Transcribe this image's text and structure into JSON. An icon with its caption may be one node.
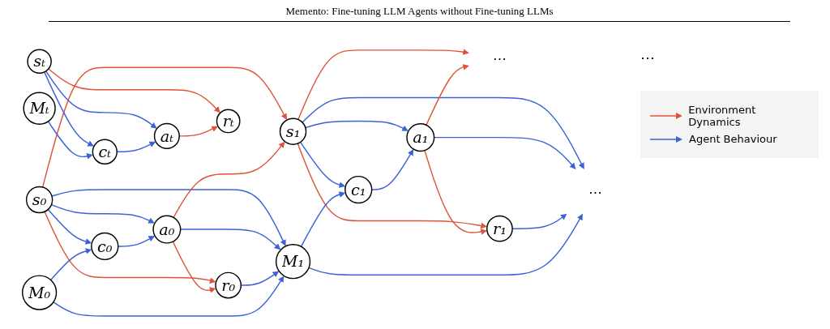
{
  "diagram": {
    "title": "Memento: Fine-tuning LLM Agents without Fine-tuning LLMs",
    "nodes": [
      {
        "text": [
          "s₀"
        ]
      },
      {
        "text": [
          "s₁"
        ]
      },
      {
        "text": [
          "⋯"
        ]
      },
      {
        "text": [
          "sₜ"
        ]
      },
      {
        "text": [
          "c₀"
        ]
      },
      {
        "text": [
          "a₀"
        ]
      },
      {
        "text": [
          "r₀"
        ]
      },
      {
        "text": [
          "c₁"
        ]
      },
      {
        "text": [
          "a₁"
        ]
      },
      {
        "text": [
          "r₁"
        ]
      },
      {
        "text": [
          "cₜ"
        ]
      },
      {
        "text": [
          "aₜ"
        ]
      },
      {
        "text": [
          "rₜ"
        ]
      },
      {
        "text": [
          "M₀"
        ]
      },
      {
        "text": [
          "M₁"
        ]
      },
      {
        "text": [
          "⋯"
        ]
      },
      {
        "text": [
          "Mₜ"
        ]
      }
    ],
    "edges": [
      {
        "from": 0,
        "to": 1,
        "arrow": "to",
        "color": "#e0533a"
      },
      {
        "from": 0,
        "to": 4,
        "arrow": "to"
      },
      {
        "from": 0,
        "to": 5,
        "arrow": "to"
      },
      {
        "from": 0,
        "to": 6,
        "arrow": "to",
        "color": "#e0533a"
      },
      {
        "from": 0,
        "to": 14,
        "arrow": "to"
      },
      {
        "from": 4,
        "to": 5,
        "arrow": "to"
      },
      {
        "from": 5,
        "to": 6,
        "arrow": "to",
        "color": "#e0533a"
      },
      {
        "from": 5,
        "to": 1,
        "arrow": "to",
        "color": "#e0533a"
      },
      {
        "from": 5,
        "to": 14,
        "arrow": "to"
      },
      {
        "from": 6,
        "to": 14,
        "arrow": "to"
      },
      {
        "from": 13,
        "to": 4,
        "arrow": "to"
      },
      {
        "from": 13,
        "to": 14,
        "arrow": "to"
      },
      {
        "from": 1,
        "to": 2,
        "arrow": "to",
        "color": "#e0533a"
      },
      {
        "from": 1,
        "to": 7,
        "arrow": "to"
      },
      {
        "from": 1,
        "to": 8,
        "arrow": "to"
      },
      {
        "from": 1,
        "to": 9,
        "arrow": "to",
        "color": "#e0533a"
      },
      {
        "from": 1,
        "to": 15,
        "arrow": "to"
      },
      {
        "from": 7,
        "to": 8,
        "arrow": "to"
      },
      {
        "from": 8,
        "to": 9,
        "arrow": "to",
        "color": "#e0533a"
      },
      {
        "from": 8,
        "to": 2,
        "arrow": "to",
        "color": "#e0533a"
      },
      {
        "from": 8,
        "to": 15,
        "arrow": "to"
      },
      {
        "from": 9,
        "to": 15,
        "arrow": "to"
      },
      {
        "from": 14,
        "to": 7,
        "arrow": "to"
      },
      {
        "from": 14,
        "to": 15,
        "arrow": "to"
      },
      {
        "from": 3,
        "to": 10,
        "arrow": "to"
      },
      {
        "from": 3,
        "to": 11,
        "arrow": "to"
      },
      {
        "from": 3,
        "to": 12,
        "arrow": "to",
        "color": "#e0533a"
      },
      {
        "from": 10,
        "to": 11,
        "arrow": "to"
      },
      {
        "from": 11,
        "to": 12,
        "arrow": "to",
        "color": "#e0533a"
      },
      {
        "from": 16,
        "to": 10,
        "arrow": "to"
      }
    ],
    "labels": [
      "⋯"
    ],
    "legend": [
      {
        "text": "Environment Dynamics"
      },
      {
        "text": "Agent Behaviour"
      }
    ]
  }
}
